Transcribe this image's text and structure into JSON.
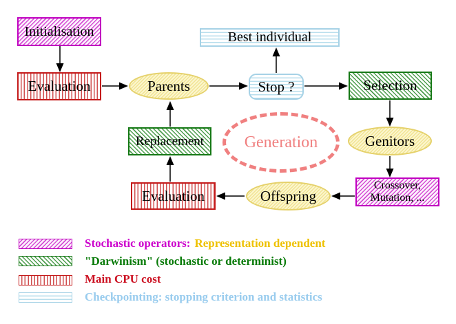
{
  "diagram": {
    "title_implicit": "Evolutionary algorithm generation loop",
    "nodes": {
      "initialisation": {
        "label": "Initialisation"
      },
      "evaluation_top": {
        "label": "Evaluation"
      },
      "best_individual": {
        "label": "Best individual"
      },
      "parents": {
        "label": "Parents"
      },
      "stop": {
        "label": "Stop ?"
      },
      "selection": {
        "label": "Selection"
      },
      "replacement": {
        "label": "Replacement"
      },
      "generation": {
        "label": "Generation"
      },
      "genitors": {
        "label": "Genitors"
      },
      "crossover": {
        "line1": "Crossover,",
        "line2": "Mutation, ..."
      },
      "offspring": {
        "label": "Offspring"
      },
      "evaluation_bottom": {
        "label": "Evaluation"
      }
    },
    "legend": {
      "items": [
        {
          "text1": "Stochastic operators:",
          "text2": "Representation dependent"
        },
        {
          "text1": "\"Darwinism\" (stochastic or determinist)"
        },
        {
          "text1": "Main CPU cost"
        },
        {
          "text1": "Checkpointing: stopping criterion and statistics"
        }
      ]
    },
    "colors": {
      "magenta": "#CC00CC",
      "green": "#077A07",
      "red": "#CC1122",
      "light_blue": "#99CCEE",
      "gold": "#EEC100",
      "salmon": "#F08080",
      "yellow_border": "#E5D16B",
      "arrow_black": "#000000"
    },
    "arrows": [
      "initialisation->evaluation_top",
      "evaluation_top->parents",
      "parents->stop",
      "stop->best_individual",
      "stop->selection",
      "selection->genitors",
      "genitors->crossover",
      "crossover->offspring",
      "offspring->evaluation_bottom",
      "evaluation_bottom->replacement",
      "replacement->parents"
    ]
  }
}
